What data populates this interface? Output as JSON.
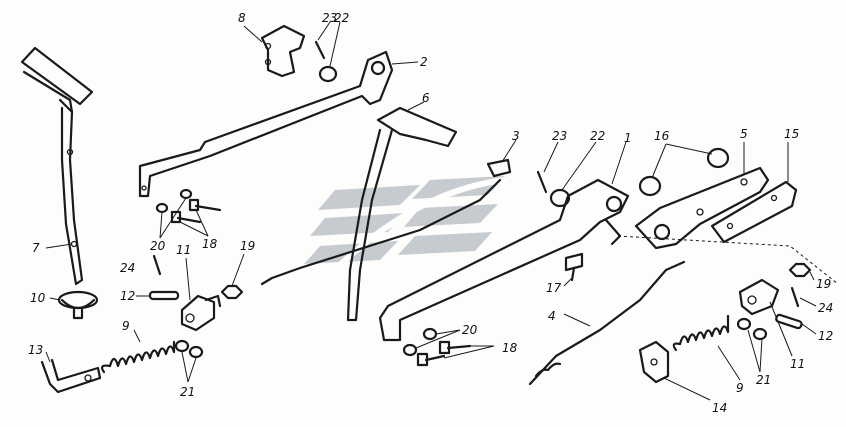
{
  "watermark_color": "#9aa3ad",
  "ink_color": "#1a1a1a",
  "callouts": [
    {
      "id": "c8",
      "text": "8"
    },
    {
      "id": "c23a",
      "text": "23"
    },
    {
      "id": "c22a",
      "text": "22"
    },
    {
      "id": "c2",
      "text": "2"
    },
    {
      "id": "c6",
      "text": "6"
    },
    {
      "id": "c3",
      "text": "3"
    },
    {
      "id": "c23b",
      "text": "23"
    },
    {
      "id": "c22b",
      "text": "22"
    },
    {
      "id": "c1",
      "text": "1"
    },
    {
      "id": "c16",
      "text": "16"
    },
    {
      "id": "c5",
      "text": "5"
    },
    {
      "id": "c15",
      "text": "15"
    },
    {
      "id": "c7",
      "text": "7"
    },
    {
      "id": "c20a",
      "text": "20"
    },
    {
      "id": "c18a",
      "text": "18"
    },
    {
      "id": "c11a",
      "text": "11"
    },
    {
      "id": "c19a",
      "text": "19"
    },
    {
      "id": "c24a",
      "text": "24"
    },
    {
      "id": "c10",
      "text": "10"
    },
    {
      "id": "c12a",
      "text": "12"
    },
    {
      "id": "c9a",
      "text": "9"
    },
    {
      "id": "c13",
      "text": "13"
    },
    {
      "id": "c21a",
      "text": "21"
    },
    {
      "id": "c17",
      "text": "17"
    },
    {
      "id": "c4",
      "text": "4"
    },
    {
      "id": "c20b",
      "text": "20"
    },
    {
      "id": "c18b",
      "text": "18"
    },
    {
      "id": "c19b",
      "text": "19"
    },
    {
      "id": "c24b",
      "text": "24"
    },
    {
      "id": "c12b",
      "text": "12"
    },
    {
      "id": "c11b",
      "text": "11"
    },
    {
      "id": "c21b",
      "text": "21"
    },
    {
      "id": "c9b",
      "text": "9"
    },
    {
      "id": "c14",
      "text": "14"
    }
  ]
}
